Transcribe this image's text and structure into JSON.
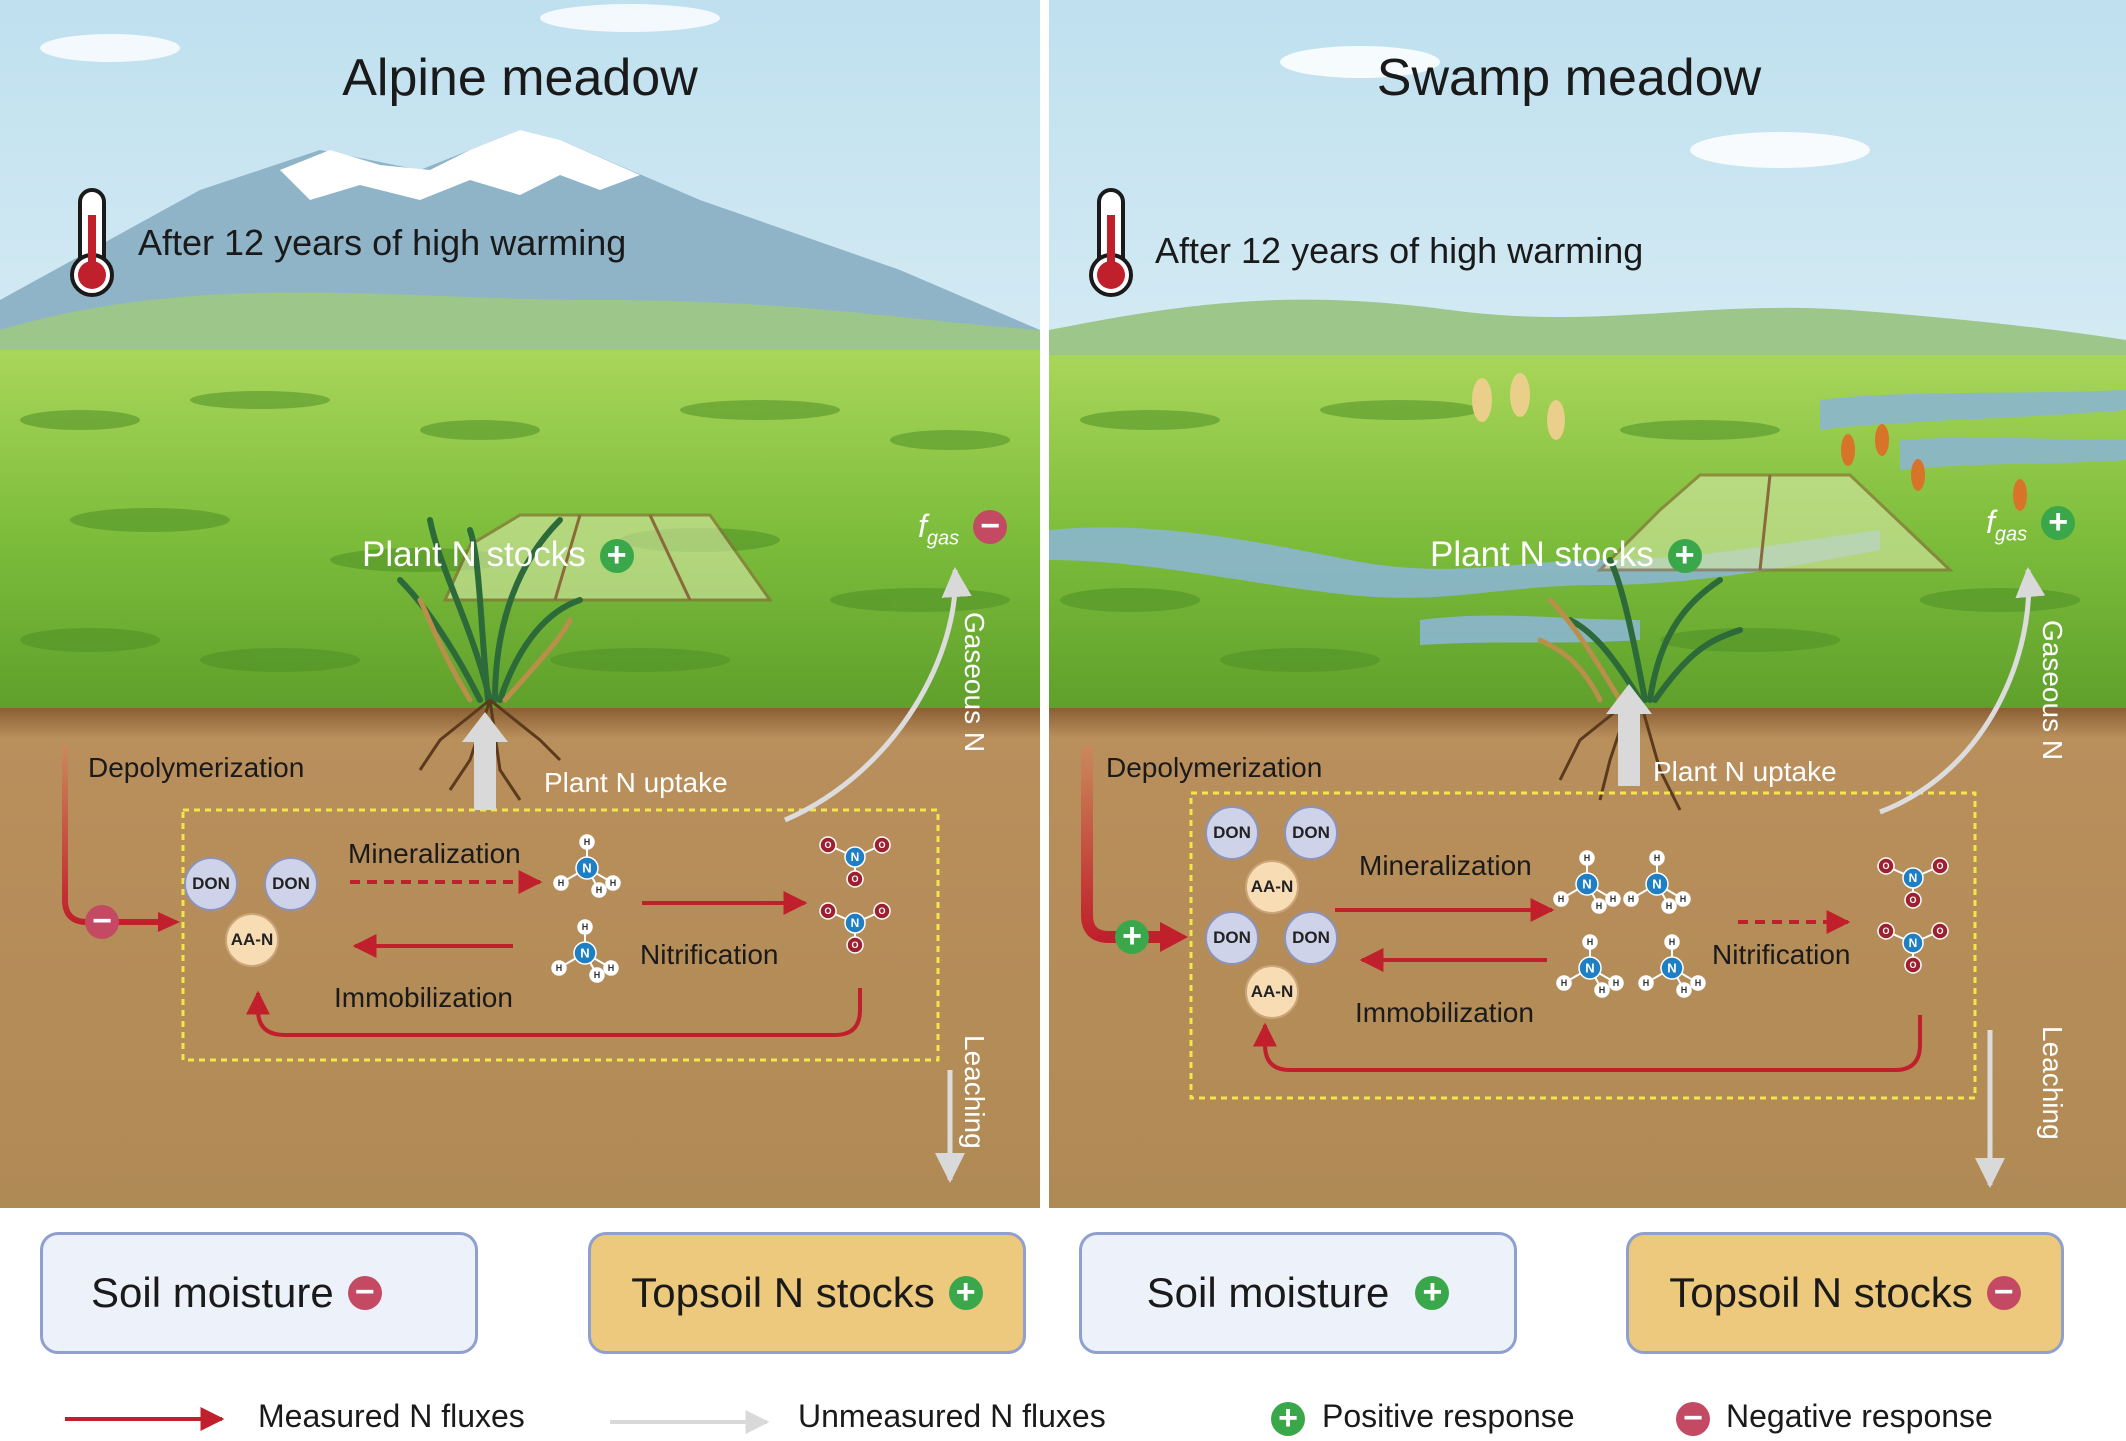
{
  "panels": [
    {
      "title": "Alpine meadow",
      "warming_text": "After 12 years of high warming",
      "plant_n_stocks": "Plant N stocks",
      "plant_n_stocks_sign": "+",
      "fgas_f": "f",
      "fgas_sub": "gas",
      "fgas_sign": "−",
      "depolymerization": "Depolymerization",
      "depolymerization_sign": "−",
      "plant_n_uptake": "Plant N uptake",
      "gaseous_n": "Gaseous N",
      "leaching": "Leaching",
      "mineralization": "Mineralization",
      "nitrification": "Nitrification",
      "immobilization": "Immobilization",
      "don": "DON",
      "aan": "AA-N",
      "soil_moisture": "Soil moisture",
      "soil_moisture_sign": "−",
      "topsoil_n": "Topsoil N stocks",
      "topsoil_n_sign": "+"
    },
    {
      "title": "Swamp meadow",
      "warming_text": "After 12 years of high warming",
      "plant_n_stocks": "Plant N stocks",
      "plant_n_stocks_sign": "+",
      "fgas_f": "f",
      "fgas_sub": "gas",
      "fgas_sign": "+",
      "depolymerization": "Depolymerization",
      "depolymerization_sign": "+",
      "plant_n_uptake": "Plant N uptake",
      "gaseous_n": "Gaseous N",
      "leaching": "Leaching",
      "mineralization": "Mineralization",
      "nitrification": "Nitrification",
      "immobilization": "Immobilization",
      "don": "DON",
      "aan": "AA-N",
      "soil_moisture": "Soil moisture",
      "soil_moisture_sign": "+",
      "topsoil_n": "Topsoil N stocks",
      "topsoil_n_sign": "−"
    }
  ],
  "legend": {
    "measured": "Measured N fluxes",
    "unmeasured": "Unmeasured N fluxes",
    "positive": "Positive response",
    "negative": "Negative response",
    "positive_sign": "+",
    "negative_sign": "−"
  },
  "atoms": {
    "n": "N",
    "h": "H",
    "o": "O"
  },
  "colors": {
    "measured_flux": "#c0202b",
    "unmeasured_flux": "#cfcfcf",
    "positive": "#3aa84a",
    "negative": "#c44a64",
    "soil": "#b08a55",
    "grass": "#7cbf3a",
    "sky": "#cfe7f3"
  }
}
